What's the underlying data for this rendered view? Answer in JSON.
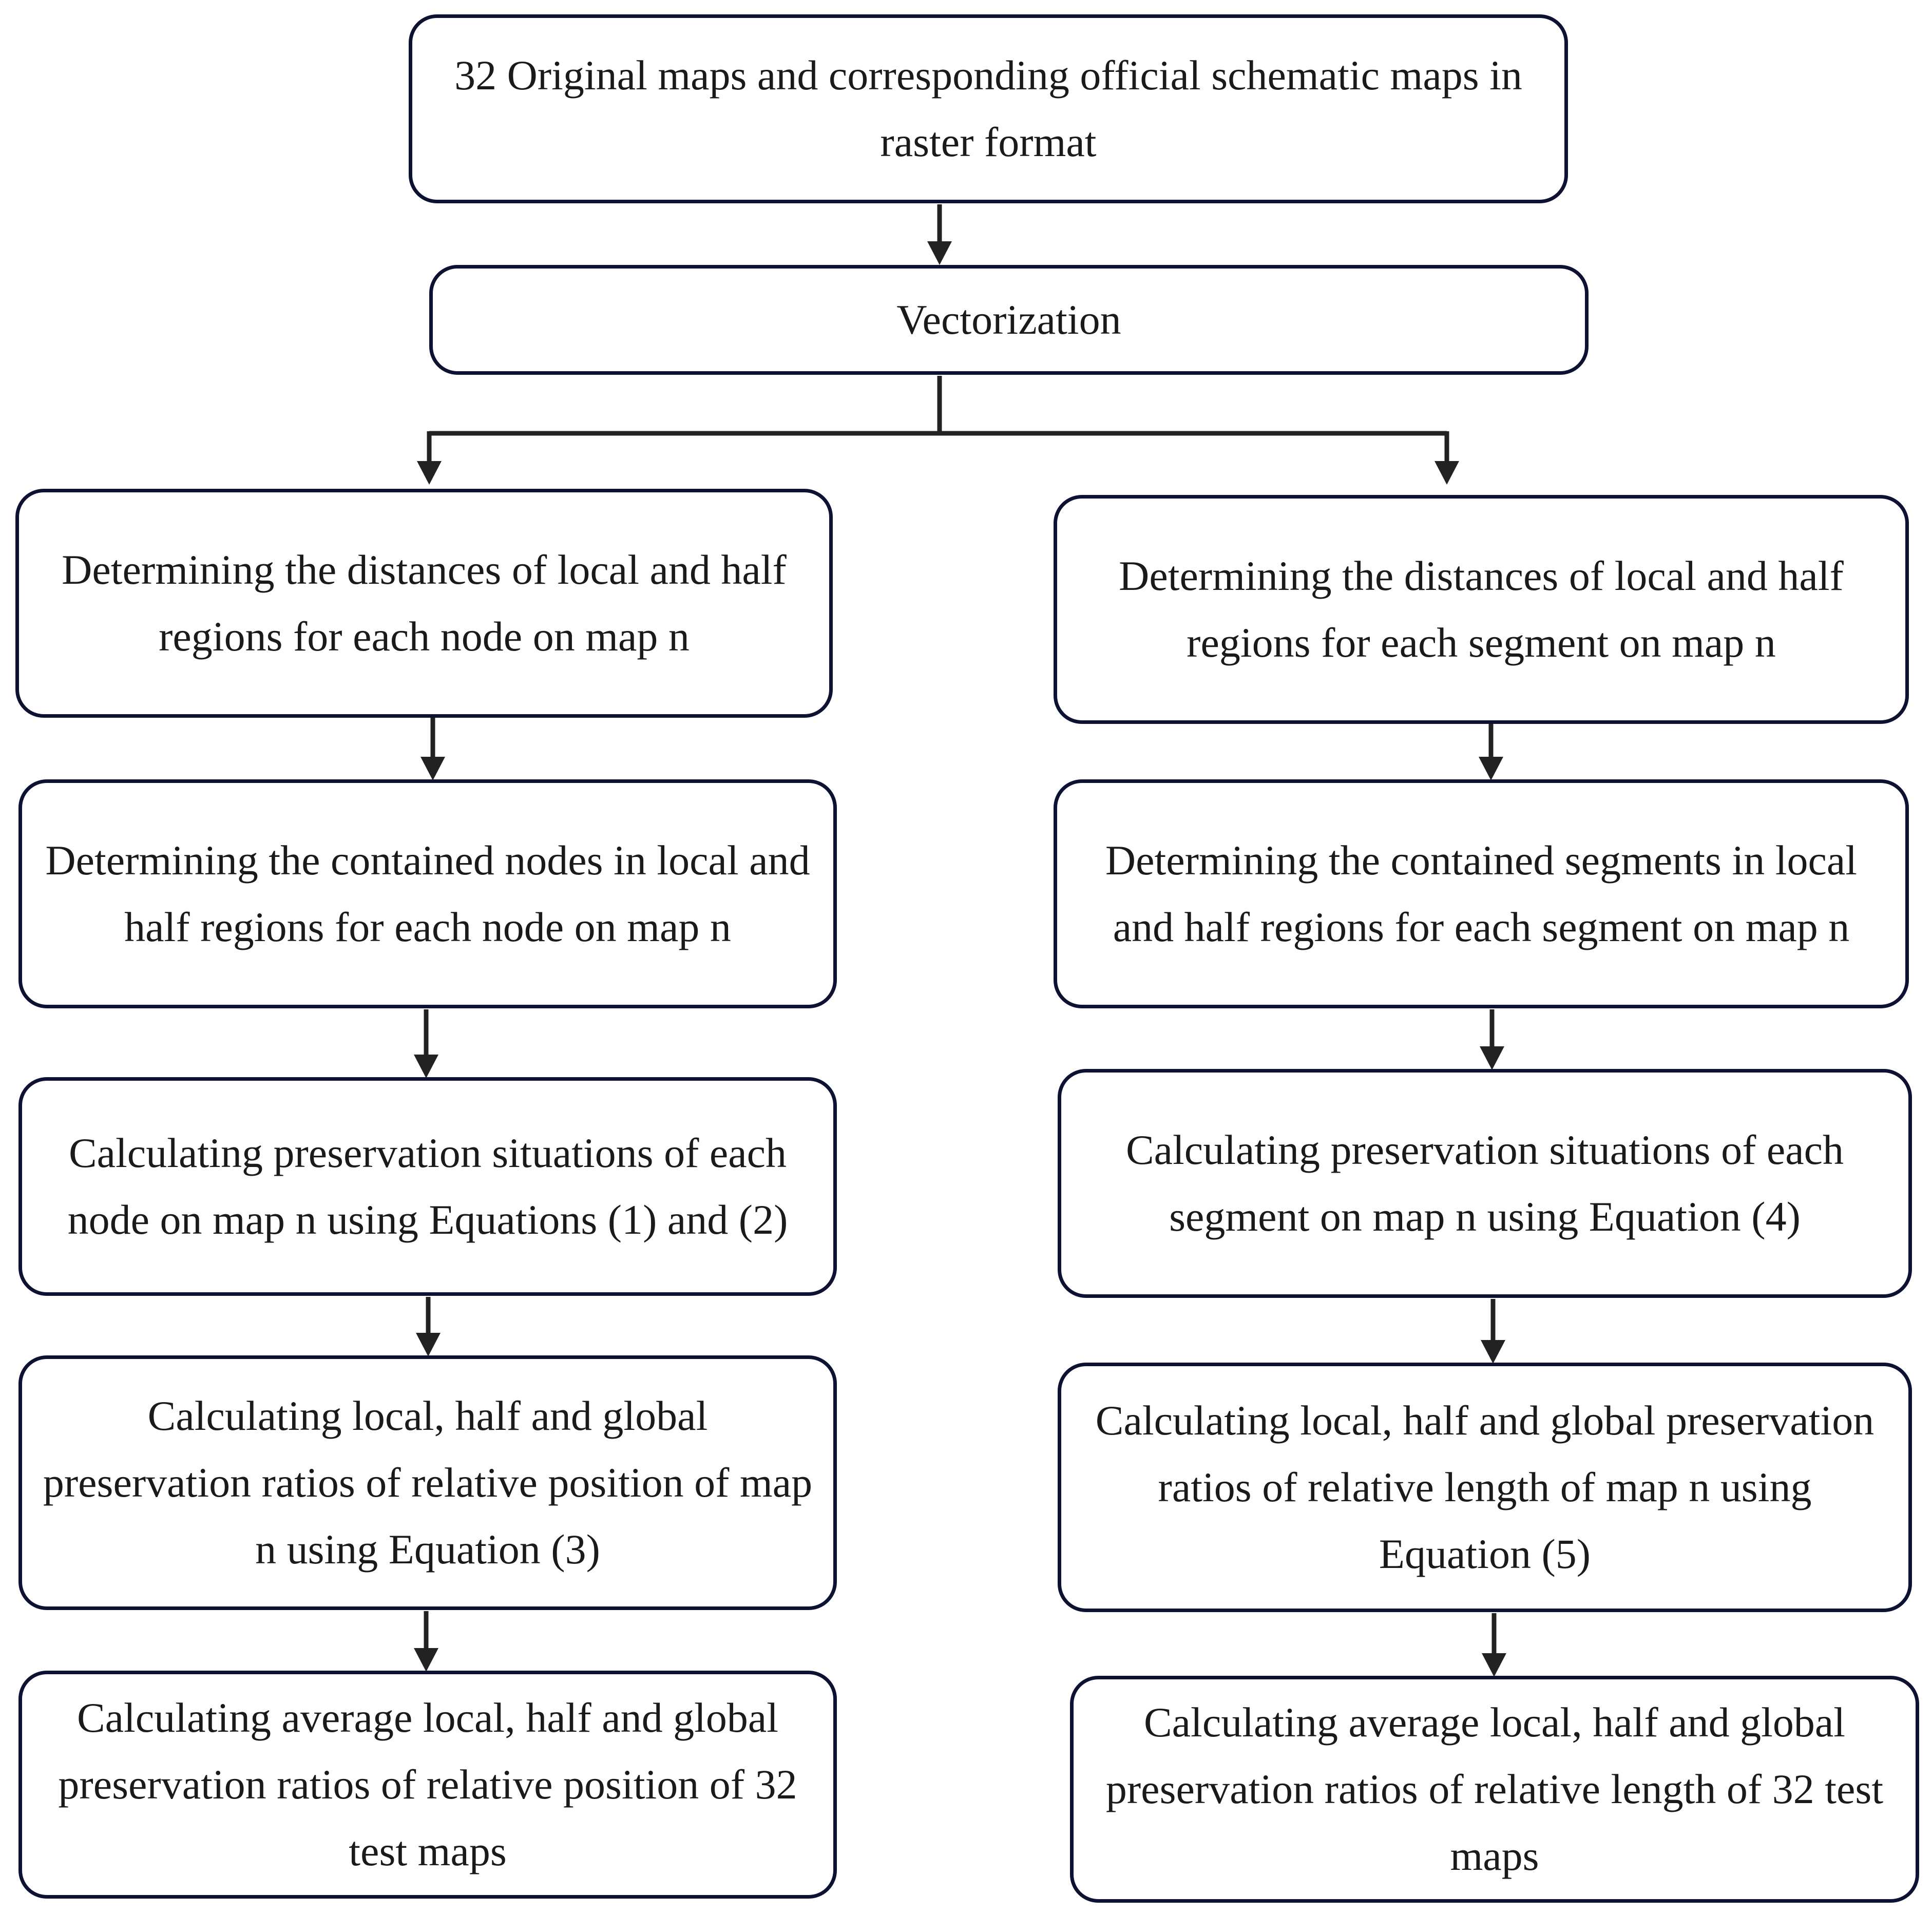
{
  "nodes": {
    "start": "32 Original maps and corresponding official schematic maps in raster format",
    "vectorization": "Vectorization",
    "left": [
      "Determining the distances of local and half regions for each node on map n",
      "Determining the contained nodes in local and half regions for each node on map n",
      "Calculating preservation situations of each node on map n using Equations (1) and (2)",
      "Calculating local, half and global preservation ratios of relative position of map n using Equation (3)",
      "Calculating average local, half and global preservation ratios of relative position of 32 test maps"
    ],
    "right": [
      "Determining the distances of local and half regions for each segment on map n",
      "Determining the contained segments in local and half regions for each segment on map n",
      "Calculating preservation situations of each segment on map n using Equation (4)",
      "Calculating local, half and global preservation ratios of relative length of map n using Equation (5)",
      "Calculating average local, half and global preservation ratios of relative length of 32 test maps"
    ]
  }
}
